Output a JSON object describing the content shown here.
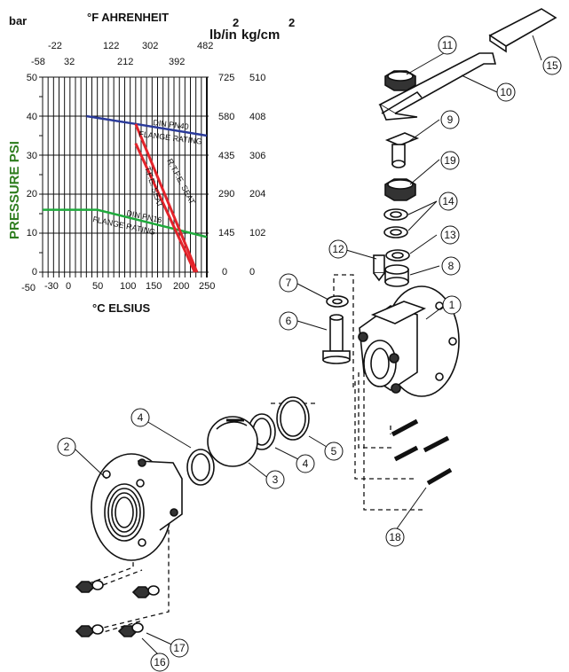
{
  "chart": {
    "header_bar": "bar",
    "header_fahrenheit": "°F AHRENHEIT",
    "header_lbin": "lb/in",
    "header_lbin_sup": "2",
    "header_kgcm": "kg/cm",
    "header_kgcm_sup": "2",
    "y_axis_label": "PRESSURE PSI",
    "x_axis_label": "°C ELSIUS",
    "bar_ticks": [
      "50",
      "40",
      "30",
      "20",
      "10",
      "0",
      "-50"
    ],
    "f_ticks_row1": [
      "-22",
      "122",
      "302",
      "482"
    ],
    "f_ticks_row2": [
      "-58",
      "32",
      "212",
      "392"
    ],
    "psi_ticks": [
      "725",
      "580",
      "435",
      "290",
      "145",
      "0"
    ],
    "kg_ticks": [
      "510",
      "408",
      "306",
      "204",
      "102",
      "0"
    ],
    "c_ticks": [
      "-30",
      "0",
      "50",
      "100",
      "150",
      "200",
      "250"
    ],
    "curve_labels": {
      "pn40_line1": "DIN PN40",
      "pn40_line2": "FLANGE RATING",
      "pn16_line1": "DIN PN16",
      "pn16_line2": "FLANGE RATING",
      "rtfe": "R.T.F.E. SEAT",
      "tfe": "T.F.E. SEAT"
    },
    "colors": {
      "pn40": "#2a3a9a",
      "pn16": "#1faa3c",
      "seat": "#e3242b",
      "psi_label": "#2e7d1e"
    }
  },
  "chart_data": {
    "type": "line",
    "xlabel": "°C ELSIUS",
    "ylabel": "PRESSURE PSI",
    "xlim": [
      -50,
      250
    ],
    "ylim": [
      0,
      50
    ],
    "series": [
      {
        "name": "DIN PN40 FLANGE RATING",
        "x": [
          30,
          120,
          250
        ],
        "y": [
          40,
          38,
          35
        ]
      },
      {
        "name": "DIN PN16 FLANGE RATING",
        "x": [
          -50,
          50,
          250
        ],
        "y": [
          16,
          16,
          9
        ]
      },
      {
        "name": "R.T.F.E. SEAT",
        "x": [
          120,
          232
        ],
        "y": [
          38,
          0
        ]
      },
      {
        "name": "T.F.E. SEAT",
        "x": [
          120,
          228
        ],
        "y": [
          33,
          0
        ]
      }
    ]
  },
  "parts": {
    "p1": "1",
    "p2": "2",
    "p3": "3",
    "p4a": "4",
    "p4b": "4",
    "p5": "5",
    "p6": "6",
    "p7": "7",
    "p8": "8",
    "p9": "9",
    "p10": "10",
    "p11": "11",
    "p12": "12",
    "p13": "13",
    "p14": "14",
    "p15": "15",
    "p16": "16",
    "p17": "17",
    "p18": "18",
    "p19": "19"
  }
}
